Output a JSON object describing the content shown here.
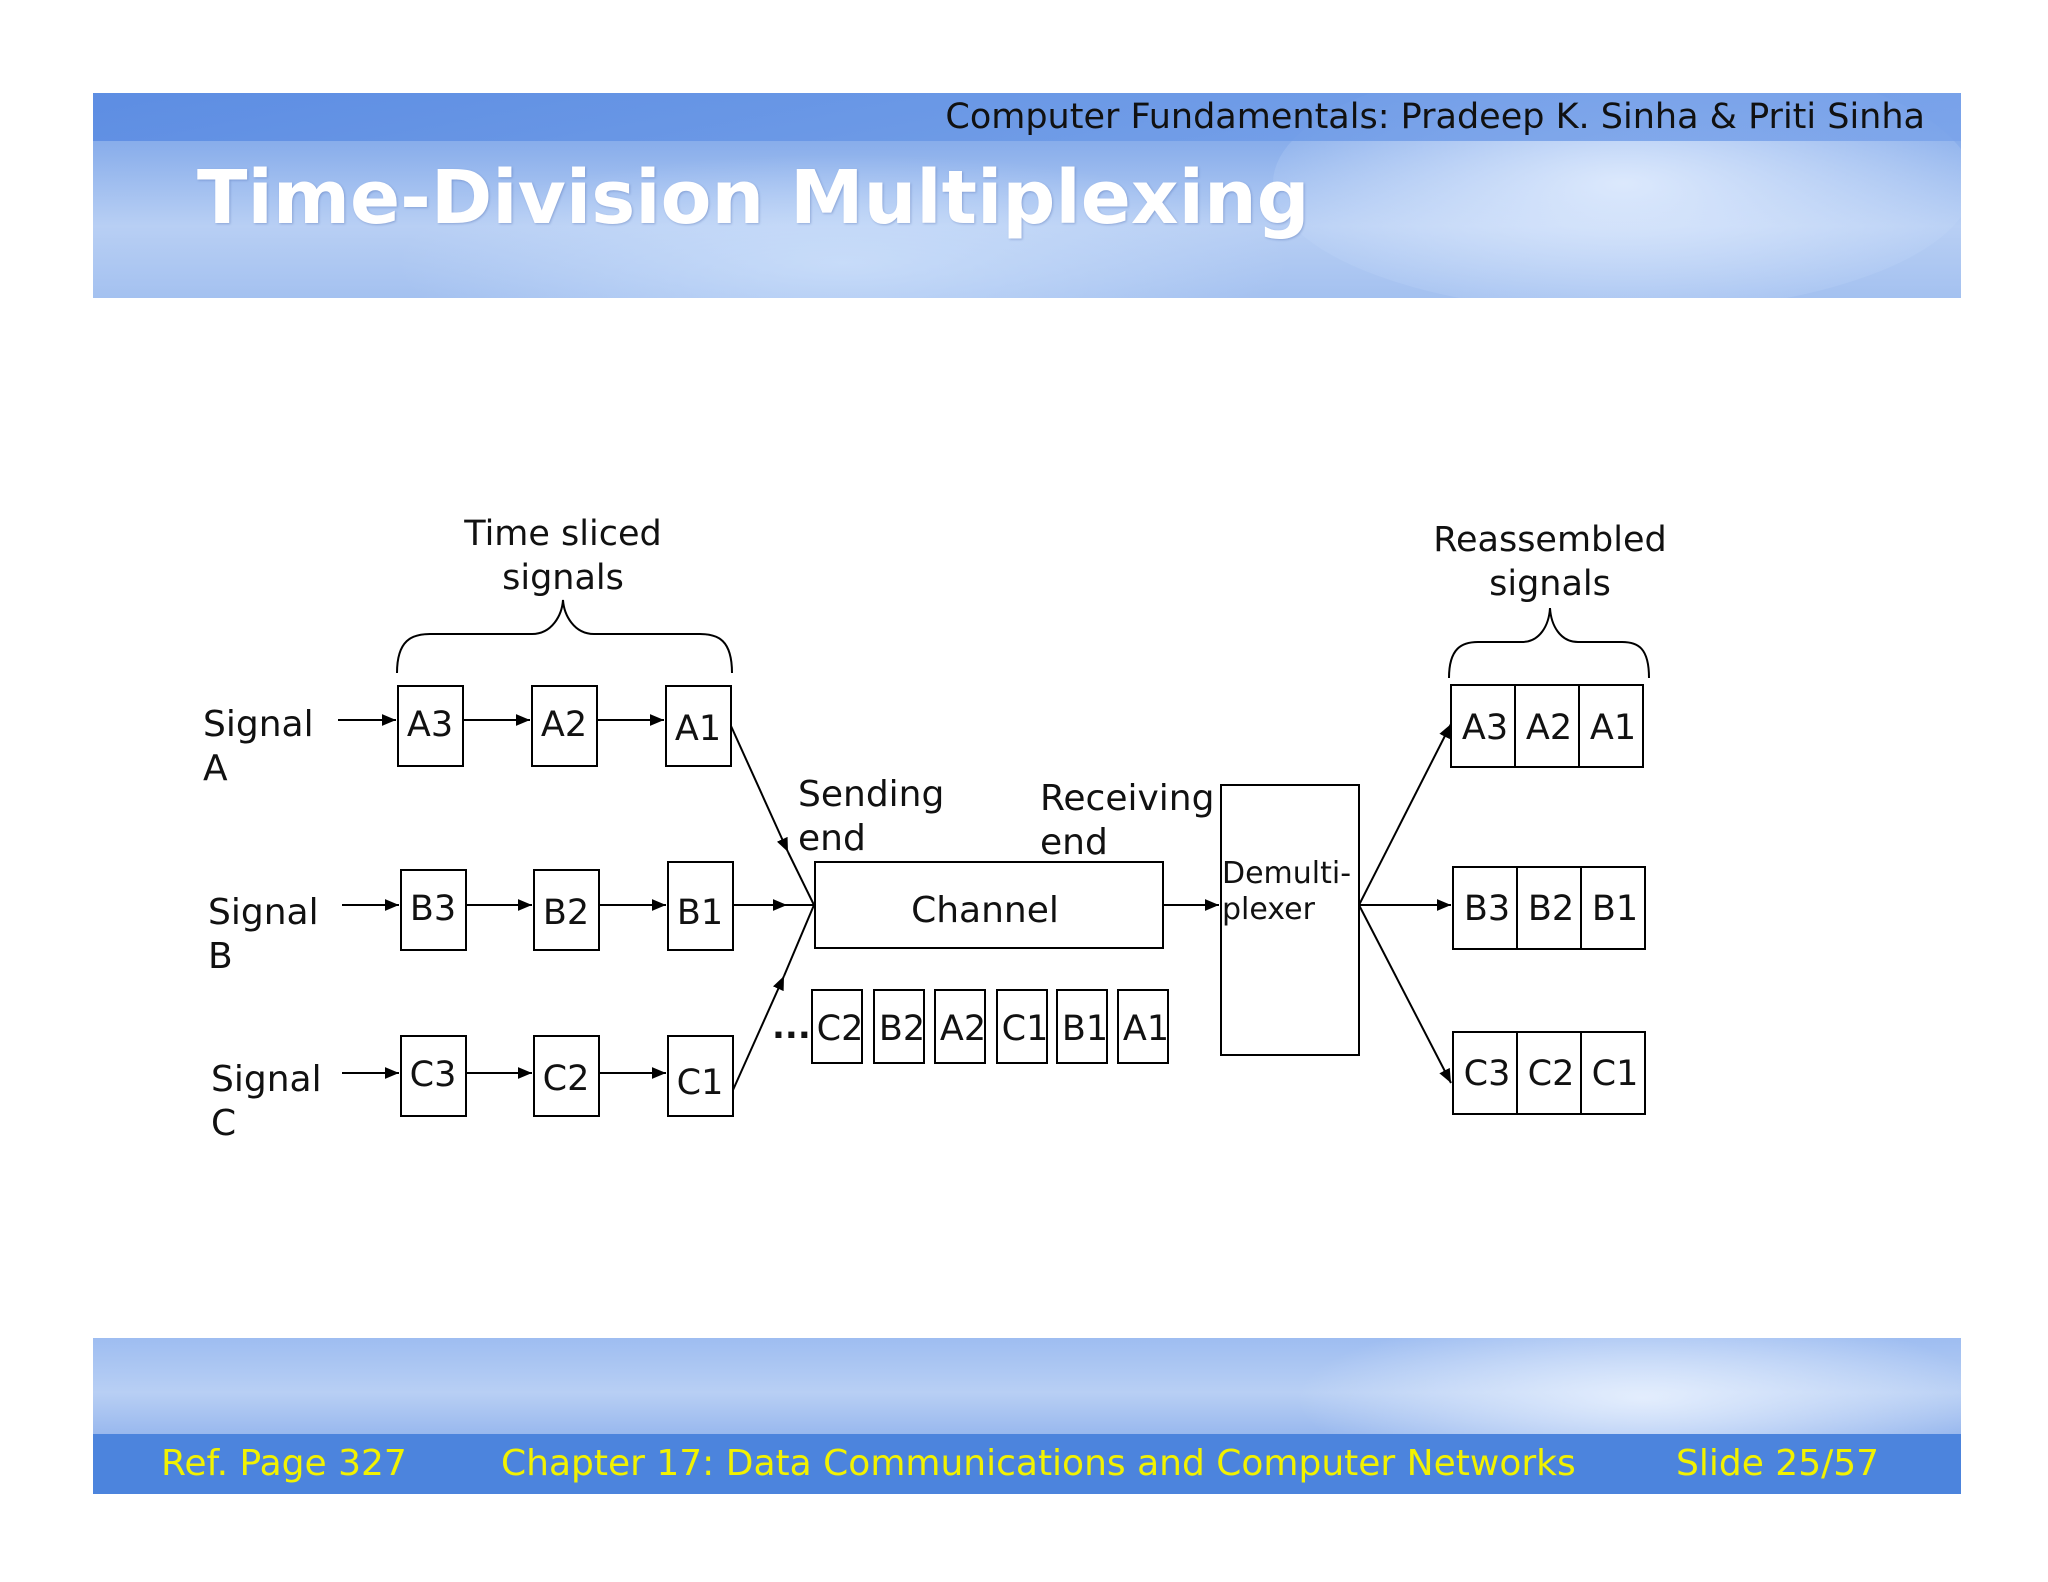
{
  "header": {
    "credit": "Computer Fundamentals: Pradeep K. Sinha & Priti Sinha",
    "title": "Time-Division Multiplexing"
  },
  "diagram": {
    "time_sliced_caption": [
      "Time sliced",
      "signals"
    ],
    "reassembled_caption": [
      "Reassembled",
      "signals"
    ],
    "signals": [
      {
        "label": [
          "Signal",
          "A"
        ],
        "slices": [
          "A3",
          "A2",
          "A1"
        ]
      },
      {
        "label": [
          "Signal",
          "B"
        ],
        "slices": [
          "B3",
          "B2",
          "B1"
        ]
      },
      {
        "label": [
          "Signal",
          "C"
        ],
        "slices": [
          "C3",
          "C2",
          "C1"
        ]
      }
    ],
    "sending_end": [
      "Sending",
      "end"
    ],
    "receiving_end": [
      "Receiving",
      "end"
    ],
    "channel_label": "Channel",
    "stream_ellipsis": "...",
    "stream": [
      "C2",
      "B2",
      "A2",
      "C1",
      "B1",
      "A1"
    ],
    "demux_label": [
      "Demulti-",
      "plexer"
    ],
    "outputs": [
      [
        "A3",
        "A2",
        "A1"
      ],
      [
        "B3",
        "B2",
        "B1"
      ],
      [
        "C3",
        "C2",
        "C1"
      ]
    ]
  },
  "footer": {
    "ref": "Ref. Page 327",
    "chapter": "Chapter 17: Data Communications and Computer Networks",
    "slide": "Slide 25/57"
  }
}
